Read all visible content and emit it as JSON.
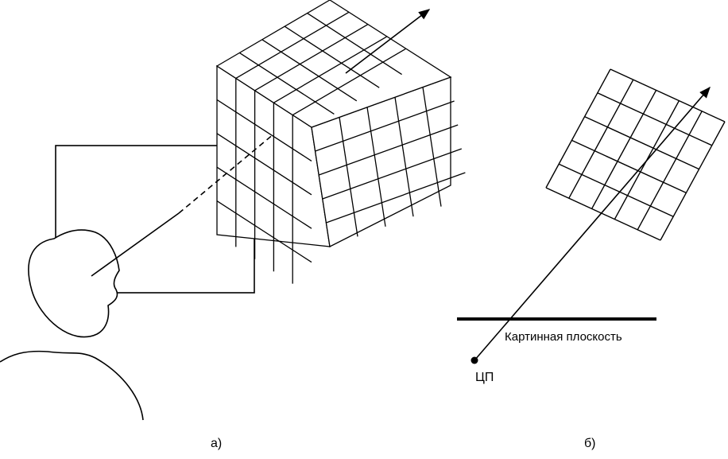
{
  "figure_a": {
    "caption": "а)"
  },
  "figure_b": {
    "caption": "б)",
    "picture_plane_label": "Картинная плоскость",
    "center_label": "ЦП"
  },
  "colors": {
    "ink": "#000000",
    "background": "#ffffff"
  }
}
